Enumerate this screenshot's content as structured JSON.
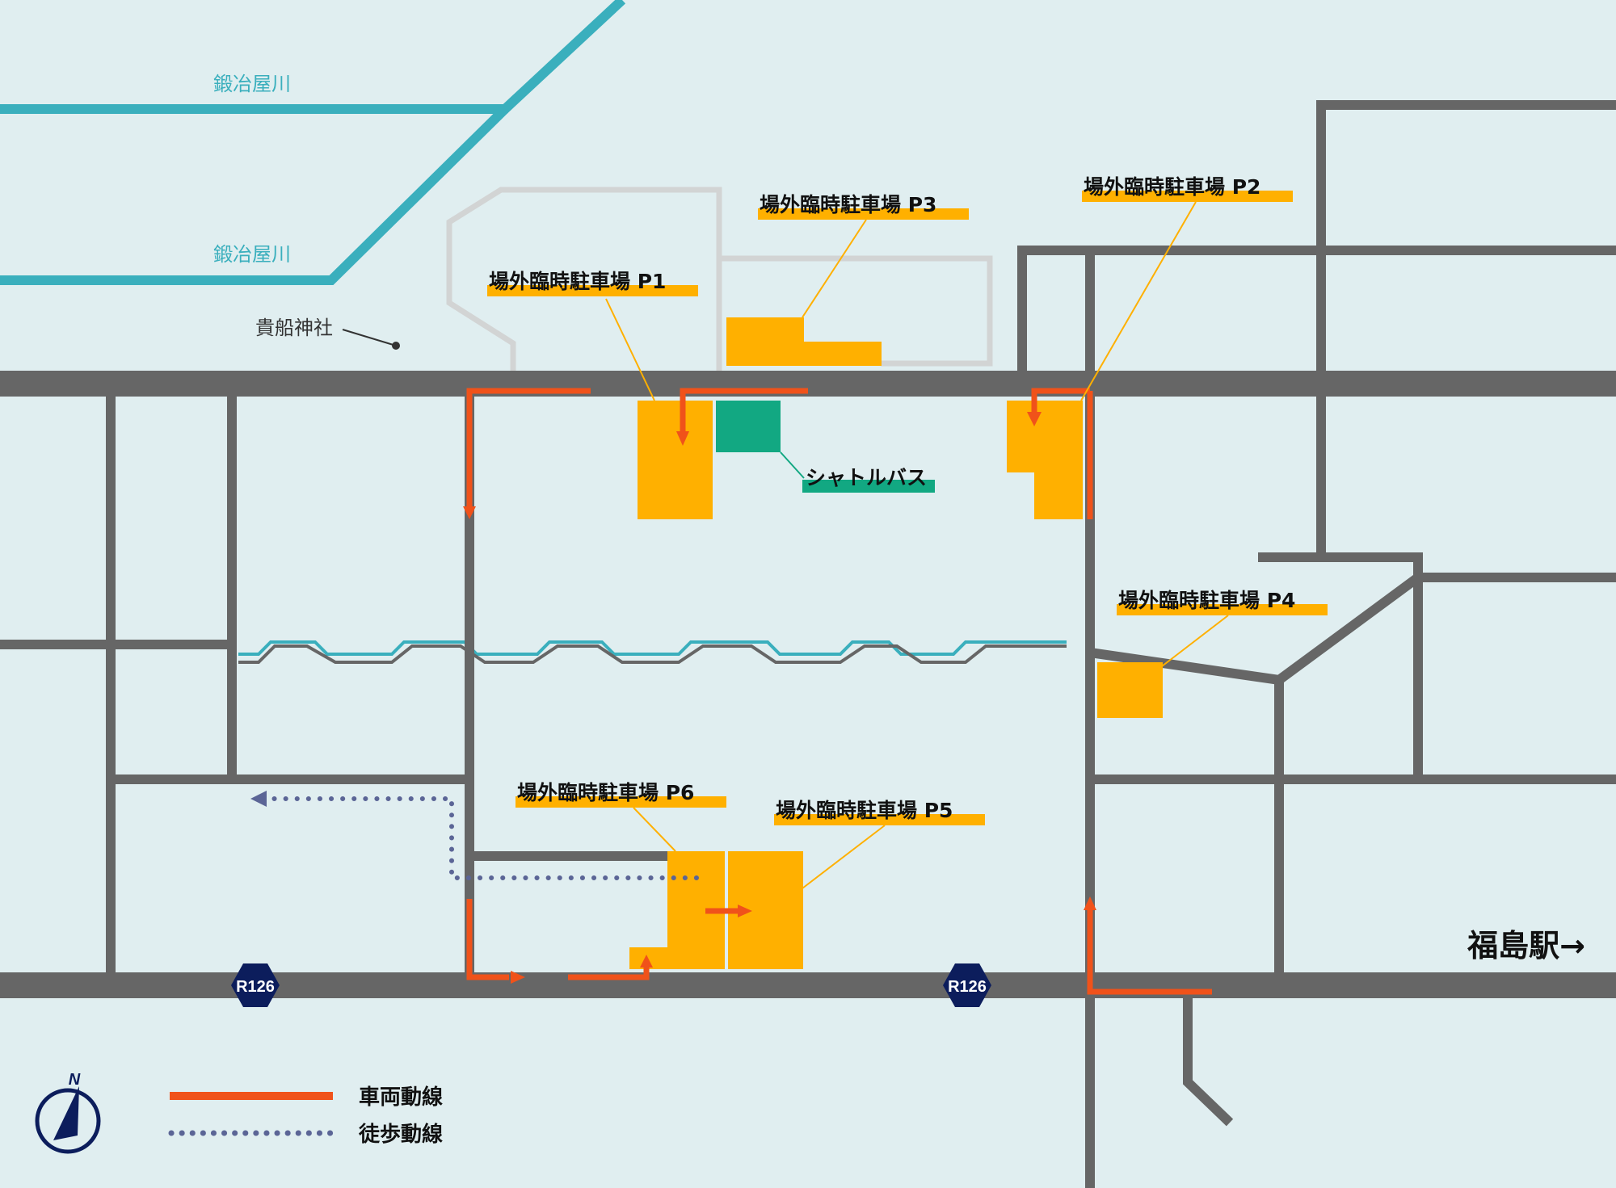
{
  "rivers": [
    {
      "label": "鍛冶屋川"
    },
    {
      "label": "鍛冶屋川"
    }
  ],
  "landmarks": {
    "shrine": "貴船神社",
    "station": "福島駅→"
  },
  "parking": [
    {
      "id": "p1",
      "label": "場外臨時駐車場 P1"
    },
    {
      "id": "p2",
      "label": "場外臨時駐車場 P2"
    },
    {
      "id": "p3",
      "label": "場外臨時駐車場 P3"
    },
    {
      "id": "p4",
      "label": "場外臨時駐車場 P4"
    },
    {
      "id": "p5",
      "label": "場外臨時駐車場 P5"
    },
    {
      "id": "p6",
      "label": "場外臨時駐車場 P6"
    }
  ],
  "shuttle": {
    "label": "シャトルバス"
  },
  "route_badges": [
    "R126",
    "R126"
  ],
  "compass": {
    "label": "N"
  },
  "legend": {
    "vehicle": "車両動線",
    "walk": "徒歩動線"
  },
  "colors": {
    "background": "#e0eef0",
    "road": "#666666",
    "river": "#3aafbd",
    "parking": "#ffb000",
    "shuttle": "#12a882",
    "vehicle_route": "#f0521a",
    "walk_route": "#5b6596",
    "badge": "#0c1d5c"
  }
}
